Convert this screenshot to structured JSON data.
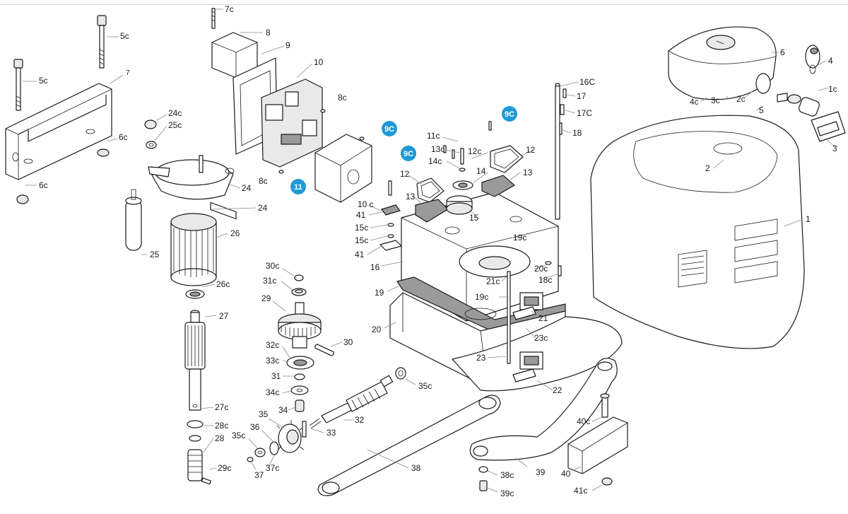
{
  "colors": {
    "badge": "#1e9ad6",
    "line": "#1a1a1a",
    "leader": "#8a8a8a"
  },
  "labels": {
    "l7c": "7c",
    "l8": "8",
    "l9": "9",
    "l10": "10",
    "l8c_top": "8c",
    "l8c_bottom": "8c",
    "l5c_a": "5c",
    "l5c_b": "5c",
    "l7": "7",
    "l6c_a": "6c",
    "l6c_b": "6c",
    "l24c": "24c",
    "l25c": "25c",
    "l24_a": "24",
    "l24_b": "24",
    "l26": "26",
    "l25": "25",
    "l26c": "26c",
    "l27": "27",
    "l27c": "27c",
    "l28c": "28c",
    "l28": "28",
    "l29c": "29c",
    "l30c": "30c",
    "l31c": "31c",
    "l29": "29",
    "l30": "30",
    "l32c": "32c",
    "l33c": "33c",
    "l31": "31",
    "l34c": "34c",
    "l34": "34",
    "l35": "35",
    "l36": "36",
    "l35c_a": "35c",
    "l35c_b": "35c",
    "l37c": "37c",
    "l37": "37",
    "l33": "33",
    "l32": "32",
    "l38": "38",
    "l10c": "10 c",
    "l41_a": "41",
    "l15c_a": "15c",
    "l15c_b": "15c",
    "l41_b": "41",
    "l16": "16",
    "l19": "19",
    "l20": "20",
    "l11c": "11c",
    "l13c": "13c",
    "l14c": "14c",
    "l12c": "12c",
    "l12_a": "12",
    "l12_b": "12",
    "l13_a": "13",
    "l13_b": "13",
    "l14": "14",
    "l15": "15",
    "l19c_a": "19c",
    "l19c_b": "19c",
    "l21c": "21c",
    "l20c": "20c",
    "l18c": "18c",
    "l21": "21",
    "l23c": "23c",
    "l23": "23",
    "l22": "22",
    "l16C": "16C",
    "l17": "17",
    "l17C": "17C",
    "l18": "18",
    "l6": "6",
    "l4": "4",
    "l1c": "1c",
    "l4c": "4c",
    "l3c": "3c",
    "l2c": "2c",
    "l5": "5",
    "l3": "3",
    "l2": "2",
    "l1": "1",
    "l40c": "40c",
    "l40": "40",
    "l41c": "41c",
    "l39": "39",
    "l38c": "38c",
    "l39c": "39c"
  },
  "badges": {
    "b9C_a": "9C",
    "b9C_b": "9C",
    "b9C_c": "9C",
    "b11": "11"
  }
}
